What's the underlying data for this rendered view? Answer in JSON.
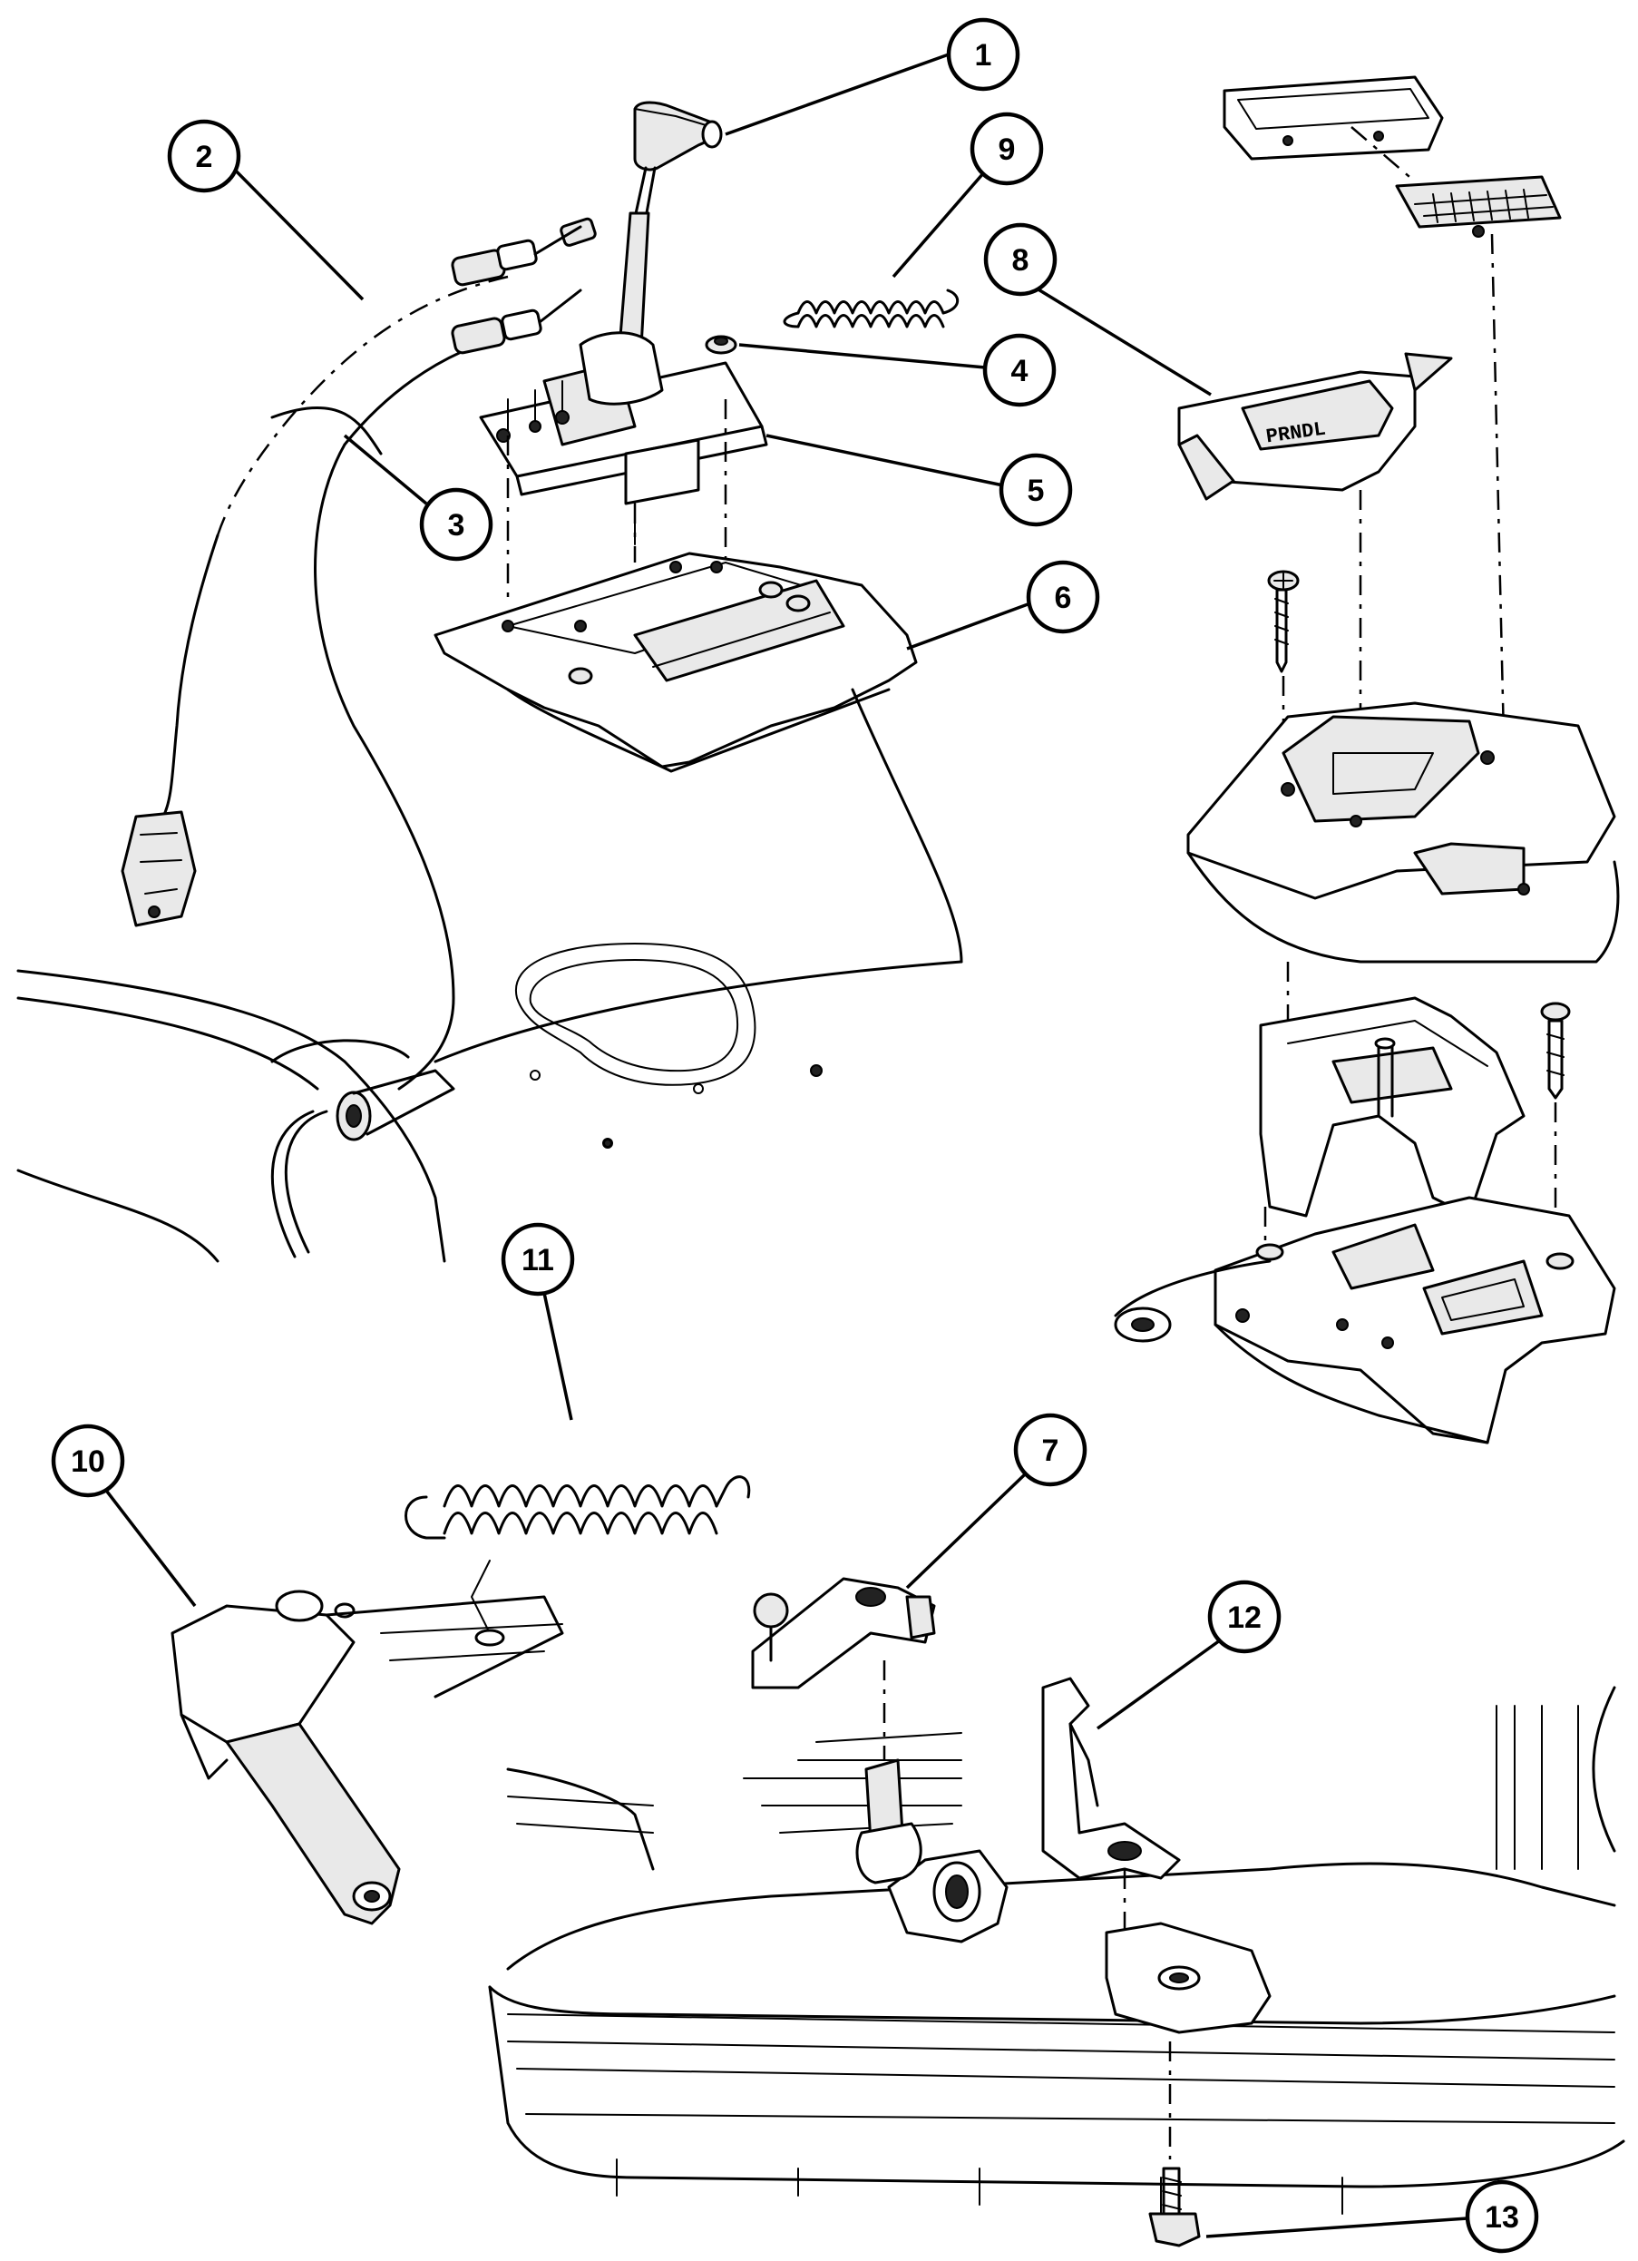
{
  "callouts": [
    {
      "id": "callout-1",
      "label": "1"
    },
    {
      "id": "callout-2",
      "label": "2"
    },
    {
      "id": "callout-3",
      "label": "3"
    },
    {
      "id": "callout-4",
      "label": "4"
    },
    {
      "id": "callout-5",
      "label": "5"
    },
    {
      "id": "callout-6",
      "label": "6"
    },
    {
      "id": "callout-7",
      "label": "7"
    },
    {
      "id": "callout-8",
      "label": "8"
    },
    {
      "id": "callout-9",
      "label": "9"
    },
    {
      "id": "callout-10",
      "label": "10"
    },
    {
      "id": "callout-11",
      "label": "11"
    },
    {
      "id": "callout-12",
      "label": "12"
    },
    {
      "id": "callout-13",
      "label": "13"
    }
  ],
  "indicator_letters": "PRNDL"
}
